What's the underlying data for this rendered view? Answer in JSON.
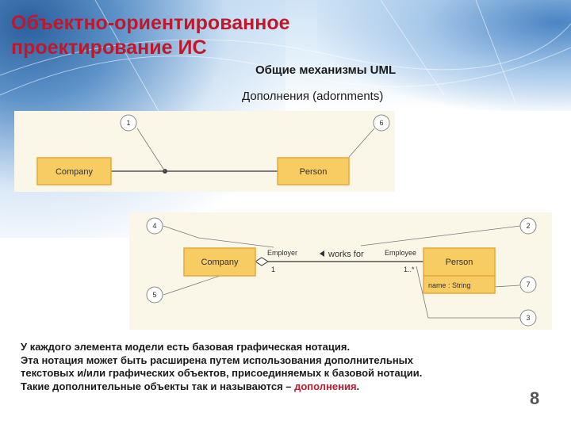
{
  "header": {
    "title_line1": "Объектно-ориентированное",
    "title_line2": "проектирование ИС",
    "subtitle": "Общие механизмы UML",
    "section": "Дополнения (adornments)"
  },
  "diagram1": {
    "class_left": "Company",
    "class_right": "Person",
    "marker1": "1",
    "marker2": "6"
  },
  "diagram2": {
    "class_left": "Company",
    "class_right": "Person",
    "attribute": "name : String",
    "role_left": "Employer",
    "role_right": "Employee",
    "association": "works for",
    "mult_left": "1",
    "mult_right": "1..*",
    "markers": [
      "4",
      "2",
      "5",
      "7",
      "3"
    ]
  },
  "body": {
    "line1": "У каждого элемента модели есть базовая графическая нотация.",
    "line2": "Эта нотация может быть расширена путем использования дополнительных",
    "line3": "текстовых и/или графических объектов, присоединяемых к базовой нотации.",
    "line4_prefix": "Такие дополнительные объекты так и называются – ",
    "line4_highlight": "дополнения",
    "line4_suffix": "."
  },
  "page_number": "8",
  "colors": {
    "title": "#c0182a",
    "highlight": "#c0182a",
    "class_fill": "#f7cc63",
    "class_border": "#e3a83a",
    "panel_bg": "#faf6e8"
  }
}
